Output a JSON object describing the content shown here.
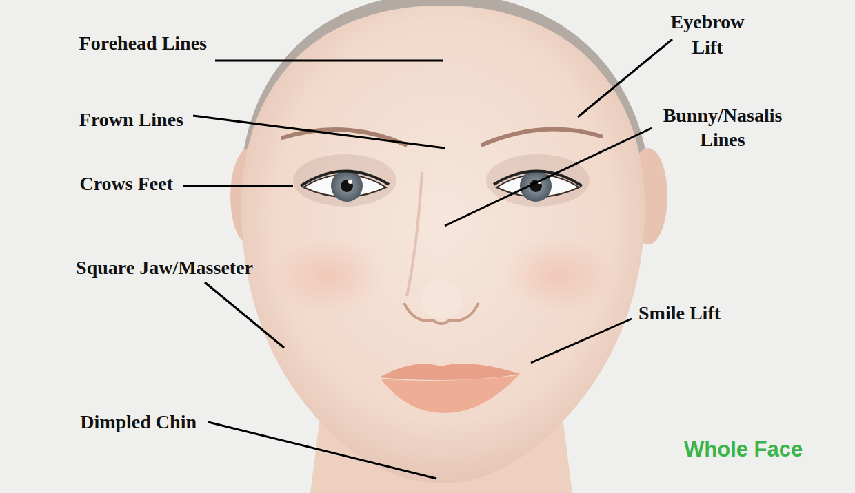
{
  "diagram": {
    "labels": [
      "Forehead Lines",
      "Eyebrow Lift",
      "Frown Lines",
      "Bunny/Nasalis Lines",
      "Crows Feet",
      "Square Jaw/Masseter",
      "Smile Lift",
      "Dimpled Chin",
      "Whole Face"
    ]
  }
}
